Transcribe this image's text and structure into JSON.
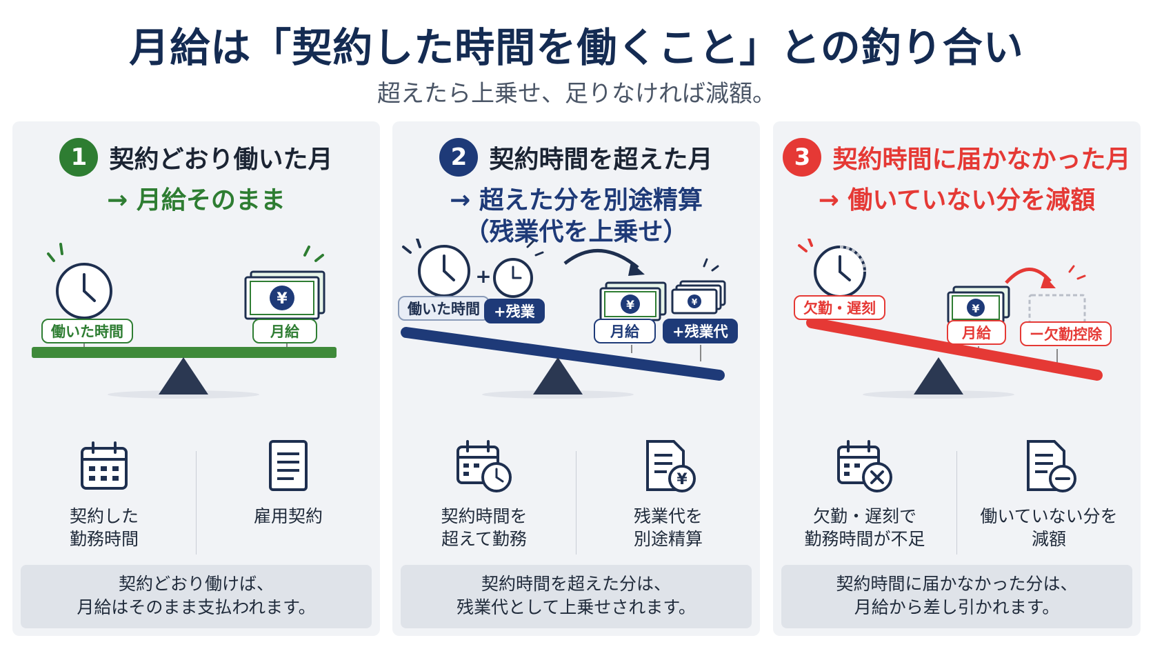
{
  "title": "月給は「契約した時間を働くこと」との釣り合い",
  "subtitle": "超えたら上乗せ、足りなければ減額。",
  "colors": {
    "green": "#2e7d32",
    "navy": "#1e3a78",
    "red": "#e53935",
    "pivot": "#2b3852"
  },
  "panels": [
    {
      "number": "1",
      "heading": "契約どおり働いた月",
      "result_lines": [
        "→ 月給そのまま"
      ],
      "labels": {
        "hours": "働いた時間",
        "salary": "月給"
      },
      "icons": [
        {
          "icon": "calendar-icon",
          "lines": [
            "契約した",
            "勤務時間"
          ]
        },
        {
          "icon": "document-icon",
          "lines": [
            "雇用契約"
          ]
        }
      ],
      "footer_lines": [
        "契約どおり働けば、",
        "月給はそのまま支払われます。"
      ]
    },
    {
      "number": "2",
      "heading": "契約時間を超えた月",
      "result_lines": [
        "→ 超えた分を別途精算",
        "（残業代を上乗せ）"
      ],
      "labels": {
        "hours": "働いた時間",
        "overtime": "+残業",
        "salary": "月給",
        "overtime_pay": "+残業代"
      },
      "icons": [
        {
          "icon": "calendar-clock-icon",
          "lines": [
            "契約時間を",
            "超えて勤務"
          ]
        },
        {
          "icon": "document-yen-icon",
          "lines": [
            "残業代を",
            "別途精算"
          ]
        }
      ],
      "footer_lines": [
        "契約時間を超えた分は、",
        "残業代として上乗せされます。"
      ]
    },
    {
      "number": "3",
      "heading": "契約時間に届かなかった月",
      "result_lines": [
        "→ 働いていない分を減額"
      ],
      "labels": {
        "absence": "欠勤・遅刻",
        "salary": "月給",
        "deduction": "ー欠勤控除"
      },
      "icons": [
        {
          "icon": "calendar-x-icon",
          "lines": [
            "欠勤・遅刻で",
            "勤務時間が不足"
          ]
        },
        {
          "icon": "document-minus-icon",
          "lines": [
            "働いていない分を",
            "減額"
          ]
        }
      ],
      "footer_lines": [
        "契約時間に届かなかった分は、",
        "月給から差し引かれます。"
      ]
    }
  ]
}
